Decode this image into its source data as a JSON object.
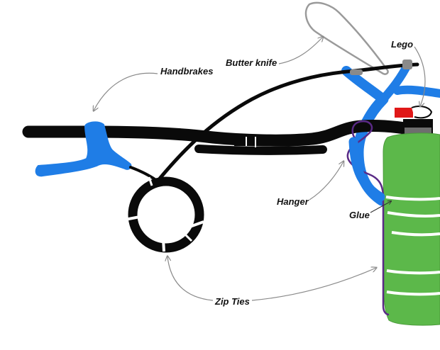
{
  "labels": {
    "handbrakes": "Handbrakes",
    "butter_knife": "Butter knife",
    "lego": "Lego",
    "hanger": "Hanger",
    "glue": "Glue",
    "zip_ties": "Zip Ties"
  },
  "colors": {
    "handlebar": "#0a0a0a",
    "brake_lever": "#1f7de6",
    "bottle": "#5cb84a",
    "bottle_stripes": "#ffffff",
    "hanger_wire": "#5a2a86",
    "lego_block": "#e01818",
    "butter_knife_outline": "#9a9a9a",
    "arrows": "#9a9a9a"
  }
}
